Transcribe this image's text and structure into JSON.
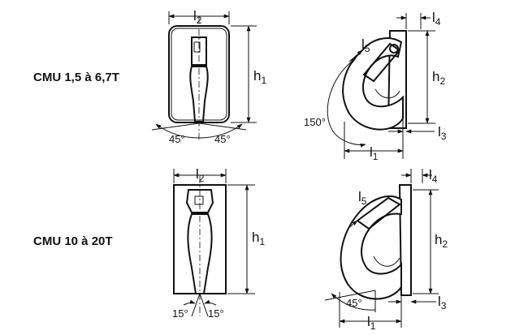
{
  "rows": [
    {
      "label": "CMU 1,5 à 6,7T",
      "front": {
        "width": "l",
        "width_sub": "2",
        "height": "h",
        "height_sub": "1",
        "angle_left": "45°",
        "angle_right": "45°"
      },
      "side": {
        "l5": "l",
        "l5_sub": "5",
        "l4": "l",
        "l4_sub": "4",
        "h2": "h",
        "h2_sub": "2",
        "l3": "l",
        "l3_sub": "3",
        "l1": "l",
        "l1_sub": "1",
        "angle": "150°"
      }
    },
    {
      "label": "CMU 10 à 20T",
      "front": {
        "width": "l",
        "width_sub": "2",
        "height": "h",
        "height_sub": "1",
        "angle_left": "15°",
        "angle_right": "15°"
      },
      "side": {
        "l5": "l",
        "l5_sub": "5",
        "l4": "l",
        "l4_sub": "4",
        "h2": "h",
        "h2_sub": "2",
        "l3": "l",
        "l3_sub": "3",
        "l1": "l",
        "l1_sub": "1",
        "angle": "45°"
      }
    }
  ]
}
